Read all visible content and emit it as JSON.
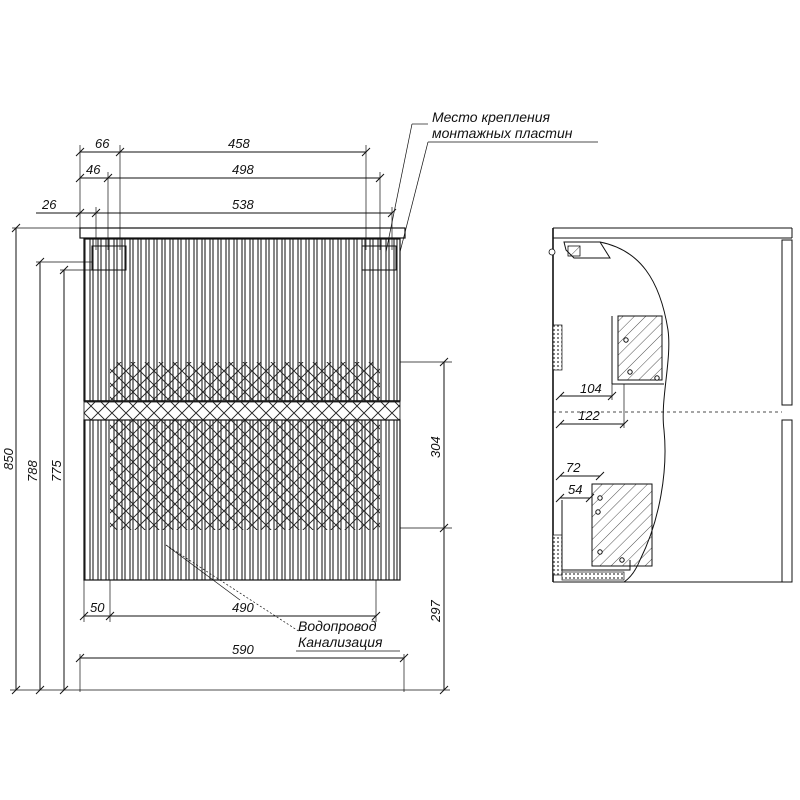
{
  "labels": {
    "mount_line1": "Место крепления",
    "mount_line2": "монтажных пластин",
    "water": "Водопровод",
    "sewer": "Канализация"
  },
  "dims": {
    "d66": "66",
    "d458": "458",
    "d46": "46",
    "d498": "498",
    "d26": "26",
    "d538": "538",
    "d850": "850",
    "d788": "788",
    "d775": "775",
    "d304": "304",
    "d297": "297",
    "d50": "50",
    "d490": "490",
    "d590": "590",
    "d104": "104",
    "d122": "122",
    "d72": "72",
    "d54": "54"
  }
}
